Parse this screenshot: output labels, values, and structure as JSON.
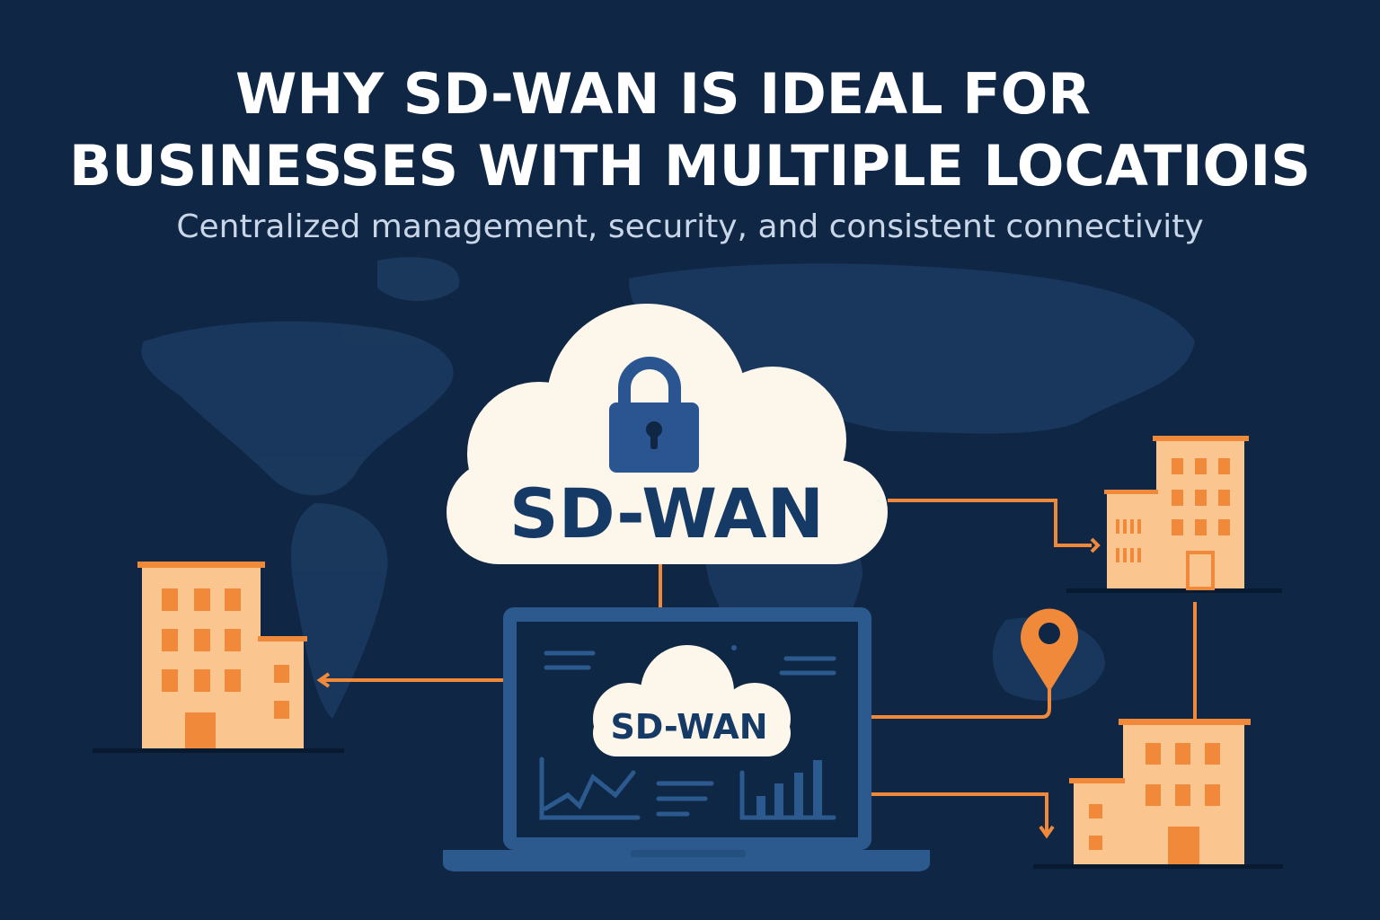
{
  "title": {
    "line1": "WHY SD-WAN IS IDEAL FOR",
    "line2": "BUSINESSES WITH MULTIPLE LOCATIOIS"
  },
  "subtitle": "Centralized management, security, and consistent connectivity",
  "cloud_main": {
    "label": "SD-WAN",
    "icon": "lock-icon"
  },
  "laptop": {
    "cloud_label": "SD-WAN"
  },
  "colors": {
    "background": "#0f2744",
    "map": "#1b3b60",
    "cloud": "#fdf6ea",
    "navy_text": "#163a66",
    "accent_orange": "#f08a3a",
    "building": "#fbc58f"
  }
}
